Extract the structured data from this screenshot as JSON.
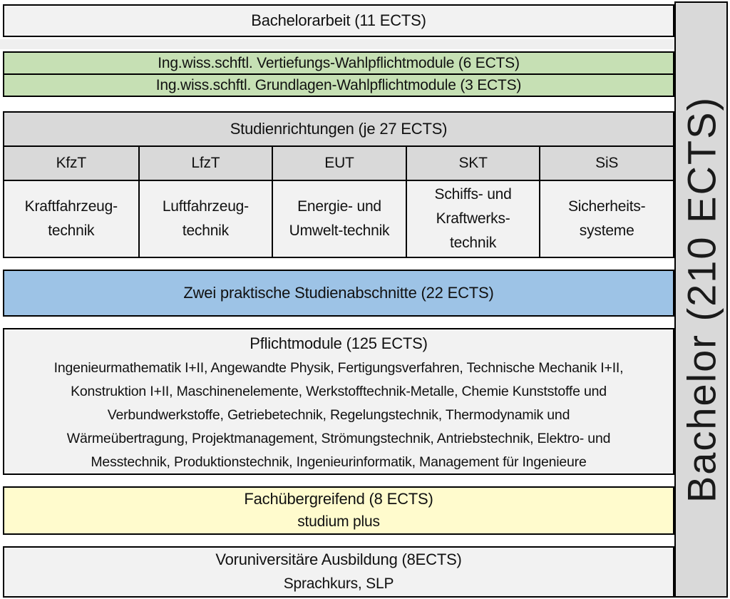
{
  "colors": {
    "box_fill_light": "#f2f2f2",
    "box_fill_gray": "#d9d9d9",
    "green": "#c6e0b4",
    "blue": "#9dc3e6",
    "yellow": "#fffbcd",
    "border": "#000000"
  },
  "bachelorarbeit": {
    "label": "Bachelorarbeit (11 ECTS)"
  },
  "wahlpflicht": {
    "vertiefung": "Ing.wiss.schftl. Vertiefungs-Wahlpflichtmodule (6 ECTS)",
    "grundlagen": "Ing.wiss.schftl. Grundlagen-Wahlpflichtmodule (3 ECTS)"
  },
  "studienrichtungen": {
    "title": "Studienrichtungen (je 27 ECTS)",
    "columns": [
      {
        "abbr": "KfzT",
        "name": "Kraftfahrzeug-\ntechnik"
      },
      {
        "abbr": "LfzT",
        "name": "Luftfahrzeug-\ntechnik"
      },
      {
        "abbr": "EUT",
        "name": "Energie- und\nUmwelt-technik"
      },
      {
        "abbr": "SKT",
        "name": "Schiffs- und\nKraftwerks-\ntechnik"
      },
      {
        "abbr": "SiS",
        "name": "Sicherheits-\nsysteme"
      }
    ]
  },
  "praktika": {
    "label": "Zwei praktische Studienabschnitte (22 ECTS)"
  },
  "pflichtmodule": {
    "title": "Pflichtmodule (125 ECTS)",
    "body": "Ingenieurmathematik I+II, Angewandte Physik, Fertigungsverfahren, Technische Mechanik I+II,\nKonstruktion I+II, Maschinenelemente, Werkstofftechnik-Metalle, Chemie Kunststoffe und\nVerbundwerkstoffe, Getriebetechnik, Regelungstechnik, Thermodynamik und\nWärmeübertragung, Projektmanagement, Strömungstechnik, Antriebstechnik, Elektro- und\nMesstechnik, Produktionstechnik, Ingenieurinformatik, Management für Ingenieure"
  },
  "fachuebergreifend": {
    "title": "Fachübergreifend (8 ECTS)",
    "subtitle": "studium plus"
  },
  "voruniversitaer": {
    "title": "Voruniversitäre Ausbildung (8ECTS)",
    "subtitle": "Sprachkurs, SLP"
  },
  "total": {
    "label": "Bachelor (210 ECTS)"
  }
}
